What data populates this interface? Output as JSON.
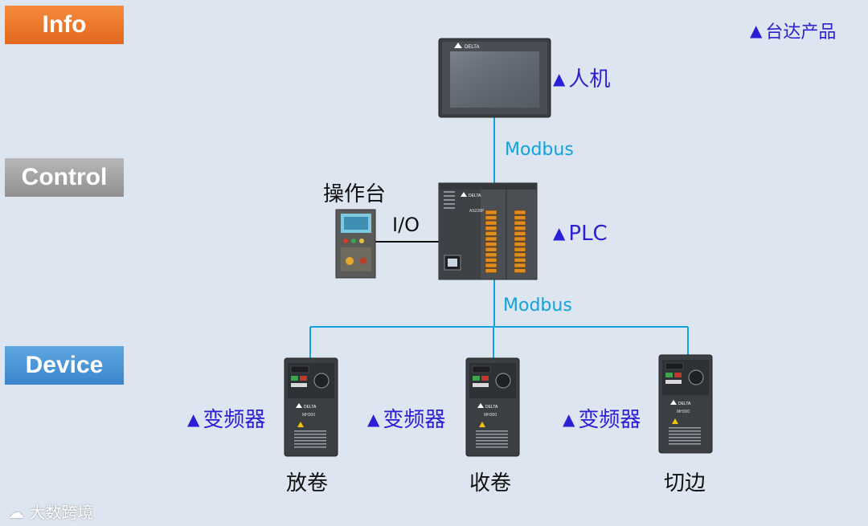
{
  "bands": {
    "info": "Info",
    "control": "Control",
    "device": "Device"
  },
  "legend": {
    "marker": "▲",
    "text": "台达产品"
  },
  "hmi": {
    "marker": "▲",
    "label": "人机",
    "brand": "DELTA"
  },
  "plc": {
    "marker": "▲",
    "label": "PLC",
    "model": "AS228P",
    "brand": "DELTA"
  },
  "console": {
    "label": "操作台",
    "link_label": "I/O"
  },
  "links": {
    "modbus_top": "Modbus",
    "modbus_bottom": "Modbus"
  },
  "drives": [
    {
      "marker": "▲",
      "label": "变频器",
      "role": "放卷",
      "model": "MH300",
      "brand": "DELTA"
    },
    {
      "marker": "▲",
      "label": "变频器",
      "role": "收卷",
      "model": "MH300",
      "brand": "DELTA"
    },
    {
      "marker": "▲",
      "label": "变频器",
      "role": "切边",
      "model": "MH300",
      "brand": "DELTA"
    }
  ],
  "watermark": "大数跨境",
  "colors": {
    "info_band": "#e2681e",
    "control_band": "#909090",
    "device_band": "#3b86cc",
    "link_line": "#12a3dc",
    "delta_label": "#2b1fd6"
  }
}
